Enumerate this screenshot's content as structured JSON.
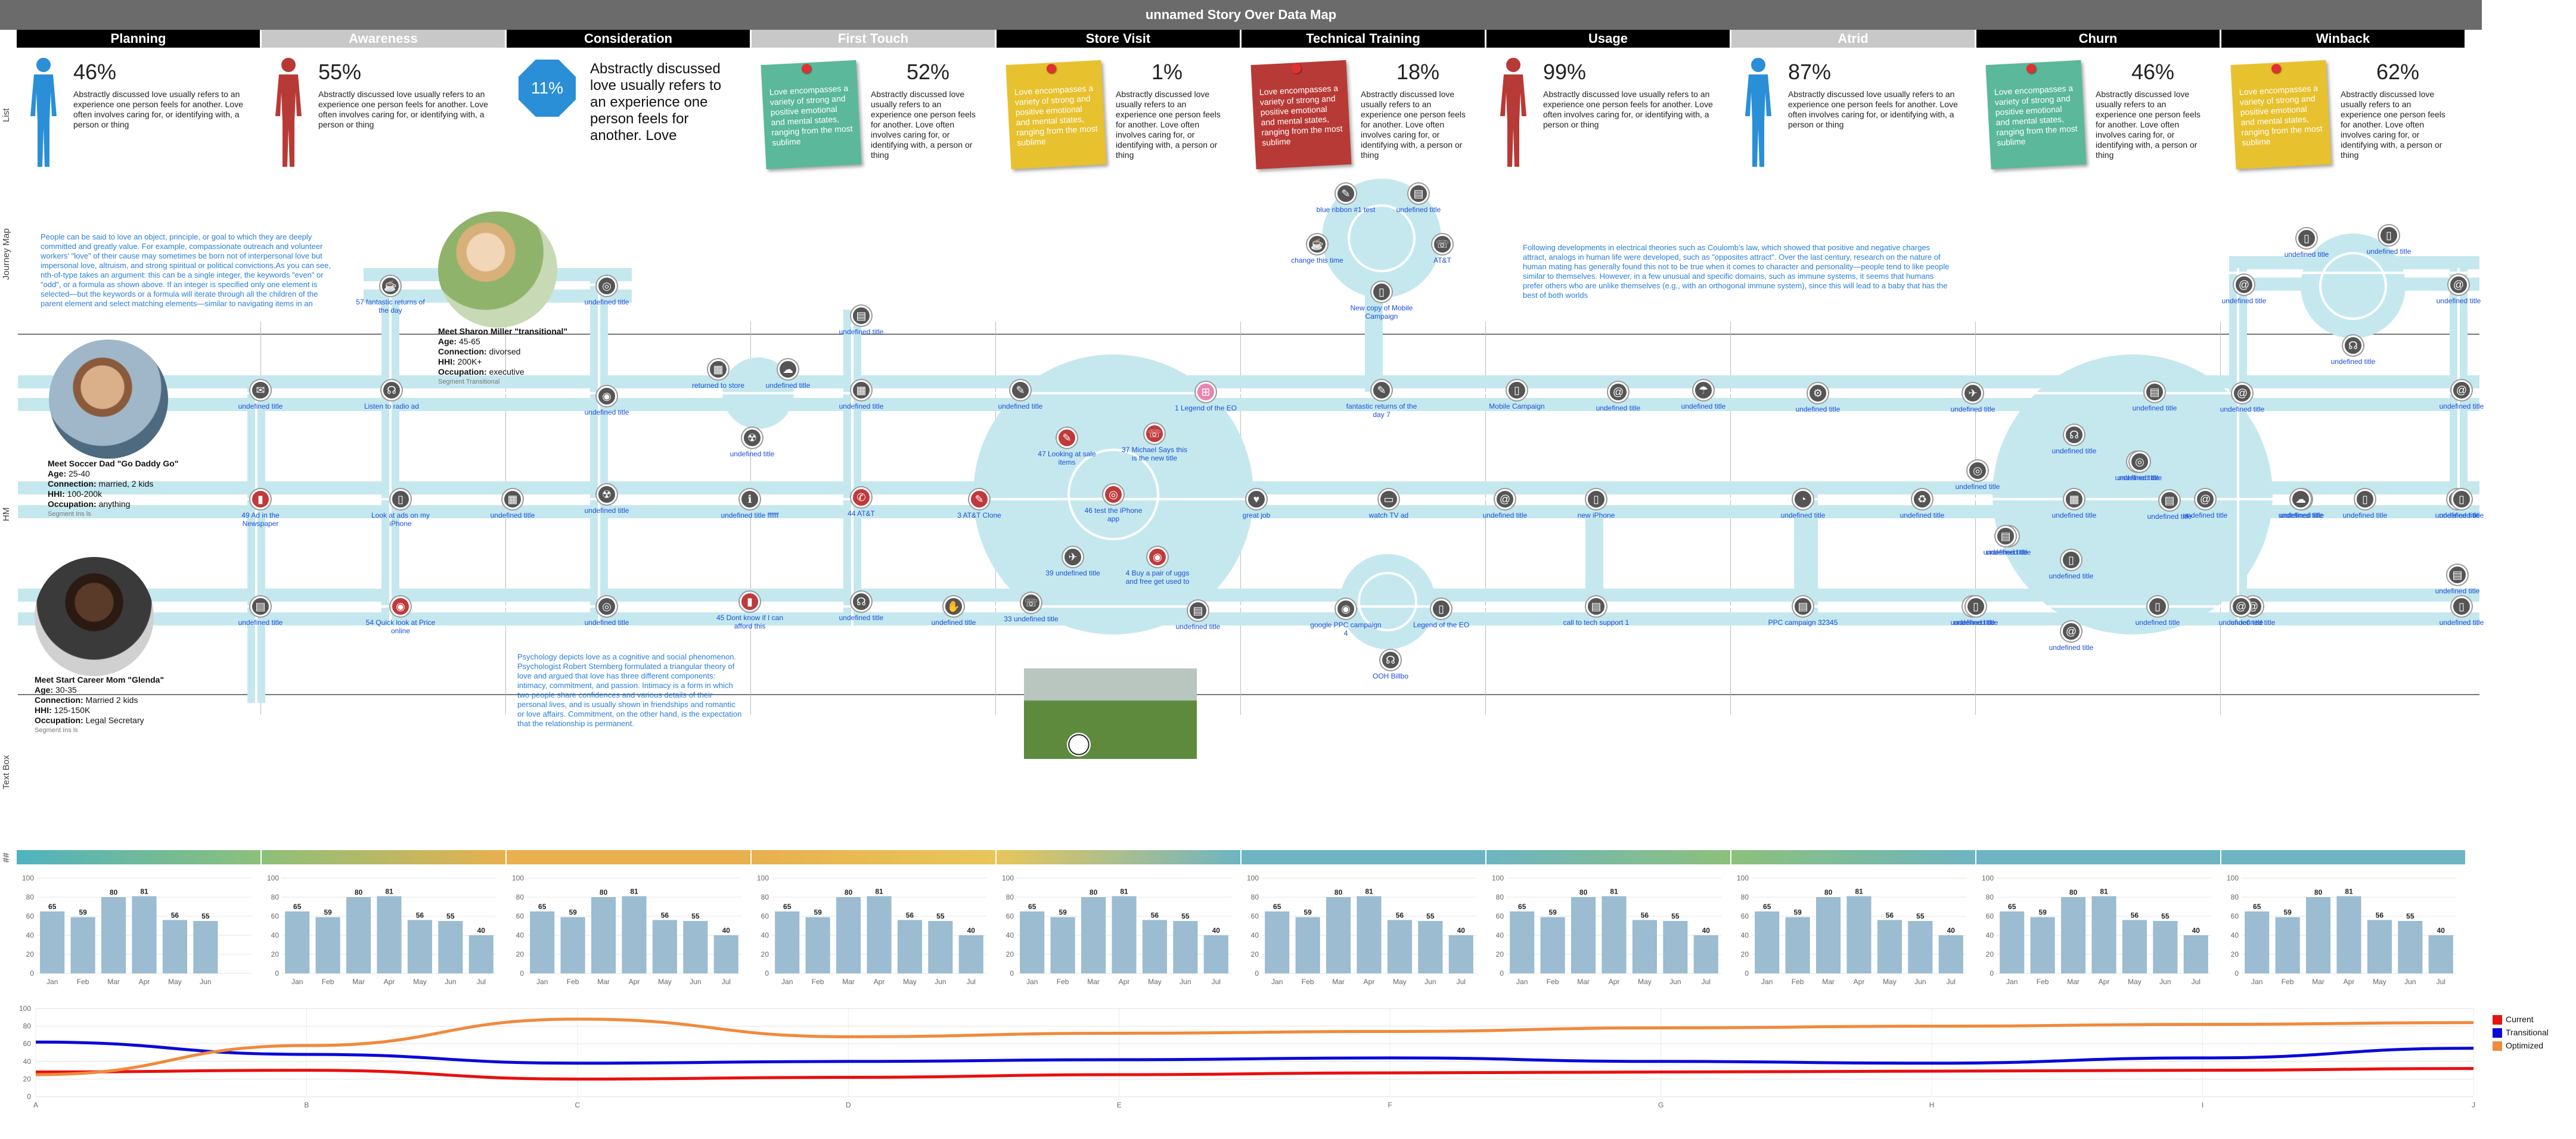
{
  "title": "unnamed Story Over Data Map",
  "stages": [
    "Planning",
    "Awareness",
    "Consideration",
    "First Touch",
    "Store Visit",
    "Technical Training",
    "Usage",
    "Atrid",
    "Churn",
    "Winback"
  ],
  "row_labels": {
    "list": "List",
    "journey": "Journey Map",
    "hm": "HM",
    "textbox": "Text Box",
    "bar": "##"
  },
  "kpis": [
    {
      "pct": "46%",
      "kind": "person-blue",
      "desc": "Abstractly discussed love usually refers to an experience one person feels for another. Love often involves caring for, or identifying with, a person or thing"
    },
    {
      "pct": "55%",
      "kind": "person-red",
      "desc": "Abstractly discussed love usually refers to an experience one person feels for another. Love often involves caring for, or identifying with, a person or thing"
    },
    {
      "pct": "11%",
      "kind": "badge",
      "desc": "Abstractly discussed love usually refers to an experience one person feels for another. Love"
    },
    {
      "pct": "52%",
      "kind": "note-teal",
      "note": "Love encompasses a variety of strong and positive emotional and mental states, ranging from the most sublime",
      "desc": "Abstractly discussed love usually refers to an experience one person feels for another. Love often involves caring for, or identifying with, a person or thing"
    },
    {
      "pct": "1%",
      "kind": "note-yellow",
      "note": "Love encompasses a variety of strong and positive emotional and mental states, ranging from the most sublime",
      "desc": "Abstractly discussed love usually refers to an experience one person feels for another. Love often involves caring for, or identifying with, a person or thing"
    },
    {
      "pct": "18%",
      "kind": "note-red",
      "note": "Love encompasses a variety of strong and positive emotional and mental states, ranging from the most sublime",
      "desc": "Abstractly discussed love usually refers to an experience one person feels for another. Love often involves caring for, or identifying with, a person or thing"
    },
    {
      "pct": "99%",
      "kind": "person-red",
      "desc": "Abstractly discussed love usually refers to an experience one person feels for another. Love often involves caring for, or identifying with, a person or thing"
    },
    {
      "pct": "87%",
      "kind": "person-blue",
      "desc": "Abstractly discussed love usually refers to an experience one person feels for another. Love often involves caring for, or identifying with, a person or thing"
    },
    {
      "pct": "46%",
      "kind": "note-teal",
      "note": "Love encompasses a variety of strong and positive emotional and mental states, ranging from the most sublime",
      "desc": "Abstractly discussed love usually refers to an experience one person feels for another. Love often involves caring for, or identifying with, a person or thing"
    },
    {
      "pct": "62%",
      "kind": "note-yellow",
      "note": "Love encompasses a variety of strong and positive emotional and mental states, ranging from the most sublime",
      "desc": "Abstractly discussed love usually refers to an experience one person feels for another. Love often involves caring for, or identifying with, a person or thing"
    }
  ],
  "paragraphs": {
    "p1": "People can be said to love an object, principle, or goal to which they are deeply committed and greatly value. For example, compassionate outreach and volunteer workers' \"love\" of their cause may sometimes be born not of interpersonal love but impersonal love, altruism, and strong spiritual or political convictions.As you can see, nth-of-type takes an argument: this can be a single integer, the keywords \"even\" or \"odd\", or a formula as shown above. If an integer is specified only one element is selected—but the keywords or a formula will iterate through all the children of the parent element and select matching elements—similar to navigating items in an",
    "p2": "Following developments in electrical theories such as Coulomb's law, which showed that positive and negative charges attract, analogs in human life were developed, such as \"opposites attract\". Over the last century, research on the nature of human mating has generally found this not to be true when it comes to character and personality—people tend to like people similar to themselves. However, in a few unusual and specific domains, such as immune systems, it seems that humans prefer others who are unlike themselves (e.g., with an orthogonal immune system), since this will lead to a baby that has the best of both worlds",
    "p3": "Psychology depicts love as a cognitive and social phenomenon. Psychologist Robert Sternberg formulated a triangular theory of love and argued that love has three different components: intimacy, commitment, and passion. Intimacy is a form in which two people share confidences and various details of their personal lives, and is usually shown in friendships and romantic or love affairs. Commitment, on the other hand, is the expectation that the relationship is permanent."
  },
  "personas": [
    {
      "name": "Meet Soccer Dad \"Go Daddy Go\"",
      "age_l": "Age:",
      "age": "25-40",
      "conn_l": "Connection:",
      "conn": "married, 2 kids",
      "hhi_l": "HHI:",
      "hhi": "100-200k",
      "occ_l": "Occupation:",
      "occ": "anything",
      "seg": "Segment Ins ls"
    },
    {
      "name": "Meet Sharon Miller \"transitional\"",
      "age_l": "Age:",
      "age": "45-65",
      "conn_l": "Connection:",
      "conn": "divorsed",
      "hhi_l": "HHI:",
      "hhi": "200K+",
      "occ_l": "Occupation:",
      "occ": "executive",
      "seg": "Segment Transitional"
    },
    {
      "name": "Meet Start Career Mom \"Glenda\"",
      "age_l": "Age:",
      "age": "30-35",
      "conn_l": "Connection:",
      "conn": "Married 2 kids",
      "hhi_l": "HHI:",
      "hhi": "125-150K",
      "occ_l": "Occupation:",
      "occ": "Legal Secretary",
      "seg": "Segment Ins ls"
    }
  ],
  "nodes": [
    {
      "label": "undefined title",
      "icon": "✉",
      "kind": "mail"
    },
    {
      "label": "Listen to radio ad",
      "icon": "☊",
      "kind": "radio"
    },
    {
      "label": "57 fantastic returns of the day",
      "icon": "☕",
      "kind": "cup"
    },
    {
      "label": "undefined title",
      "icon": "◎",
      "kind": "target"
    },
    {
      "label": "undefined title",
      "icon": "◉",
      "kind": "disc"
    },
    {
      "label": "returned to store",
      "icon": "▦",
      "kind": "store"
    },
    {
      "label": "undefined title",
      "icon": "☁",
      "kind": "cloud"
    },
    {
      "label": "undefined title",
      "icon": "☢",
      "kind": "hazard"
    },
    {
      "label": "undefined title",
      "icon": "▤",
      "kind": "calc"
    },
    {
      "label": "undefined title",
      "icon": "▦",
      "kind": "grid"
    },
    {
      "label": "undefined title",
      "icon": "✎",
      "kind": "edit"
    },
    {
      "label": "1 Legend of the EO",
      "icon": "⊞",
      "kind": "pink"
    },
    {
      "label": "47 Looking at sale items",
      "icon": "✎",
      "kind": "red"
    },
    {
      "label": "37 Michael Says this is the new title",
      "icon": "☏",
      "kind": "red"
    },
    {
      "label": "46 test the iPhone app",
      "icon": "◎",
      "kind": "red"
    },
    {
      "label": "39 undefined title",
      "icon": "✈",
      "kind": "plane"
    },
    {
      "label": "4 Buy a pair of uggs and free get used to",
      "icon": "◉",
      "kind": "red"
    },
    {
      "label": "33 undefined title",
      "icon": "☏",
      "kind": "phone"
    },
    {
      "label": "undefined title",
      "icon": "▤",
      "kind": "list"
    },
    {
      "label": "49 Ad in the Newspaper",
      "icon": "▮",
      "kind": "red"
    },
    {
      "label": "Look at ads on my iPhone",
      "icon": "▯",
      "kind": "phone"
    },
    {
      "label": "undefined title",
      "icon": "▦",
      "kind": "grid"
    },
    {
      "label": "undefined title",
      "icon": "☢",
      "kind": "hazard"
    },
    {
      "label": "undefined title ffffff",
      "icon": "ℹ",
      "kind": "info"
    },
    {
      "label": "44 AT&T",
      "icon": "✆",
      "kind": "red"
    },
    {
      "label": "3 AT&T Clone",
      "icon": "✎",
      "kind": "red"
    },
    {
      "label": "great job",
      "icon": "♥",
      "kind": "heart"
    },
    {
      "label": "watch TV ad",
      "icon": "▭",
      "kind": "tv"
    },
    {
      "label": "undefined title",
      "icon": "@",
      "kind": "at"
    },
    {
      "label": "new iPhone",
      "icon": "▯",
      "kind": "phone"
    },
    {
      "label": "undefined title",
      "icon": "◔",
      "kind": "clock"
    },
    {
      "label": "undefined title",
      "icon": "♻",
      "kind": "recycle"
    },
    {
      "label": "undefined title",
      "icon": "▦",
      "kind": "grid"
    },
    {
      "label": "undefined title",
      "icon": "◉",
      "kind": "disc"
    },
    {
      "label": "undefined title",
      "icon": "@",
      "kind": "at"
    },
    {
      "label": "undefined title",
      "icon": "▯",
      "kind": "phone"
    },
    {
      "label": "undefined title",
      "icon": "▯",
      "kind": "phone"
    },
    {
      "label": "undefined title",
      "icon": "☁",
      "kind": "cloud"
    },
    {
      "label": "undefined title",
      "icon": "▤",
      "kind": "list"
    },
    {
      "label": "undefined title",
      "icon": "▤",
      "kind": "list"
    },
    {
      "label": "54 Quick look at Price online",
      "icon": "◉",
      "kind": "red"
    },
    {
      "label": "undefined title",
      "icon": "◎",
      "kind": "target"
    },
    {
      "label": "45 Dont know if I can afford this",
      "icon": "▮",
      "kind": "red"
    },
    {
      "label": "undefined title",
      "icon": "☊",
      "kind": "radio"
    },
    {
      "label": "undefined title",
      "icon": "✋",
      "kind": "hand"
    },
    {
      "label": "google PPC campaign 4",
      "icon": "◉",
      "kind": "target"
    },
    {
      "label": "Legend of the EO",
      "icon": "▯",
      "kind": "phone"
    },
    {
      "label": "OOH Billbo",
      "icon": "☊",
      "kind": "headset"
    },
    {
      "label": "call to tech support 1",
      "icon": "▤",
      "kind": "calc"
    },
    {
      "label": "PPC campaign 32345",
      "icon": "▤",
      "kind": "calc"
    },
    {
      "label": "undefined title",
      "icon": "▯",
      "kind": "phone"
    },
    {
      "label": "undefined title",
      "icon": "▯",
      "kind": "phone"
    },
    {
      "label": "undefined title",
      "icon": "@",
      "kind": "at"
    },
    {
      "label": "undefined title",
      "icon": "@",
      "kind": "at"
    },
    {
      "label": "undefined title",
      "icon": "⚙",
      "kind": "gear"
    },
    {
      "label": "blue ribbon #1 test",
      "icon": "✎",
      "kind": "ribbon"
    },
    {
      "label": "undefined title",
      "icon": "▤",
      "kind": "chart"
    },
    {
      "label": "change this time",
      "icon": "☕",
      "kind": "cup"
    },
    {
      "label": "AT&T",
      "icon": "☏",
      "kind": "phone"
    },
    {
      "label": "New copy of Mobile Campaign",
      "icon": "▯",
      "kind": "phone"
    },
    {
      "label": "fantastic returns of the day 7",
      "icon": "✎",
      "kind": "edit"
    },
    {
      "label": "Mobile Campaign",
      "icon": "▯",
      "kind": "phone"
    },
    {
      "label": "undefined title",
      "icon": "@",
      "kind": "at"
    },
    {
      "label": "undefined title",
      "icon": "☂",
      "kind": "umbrella"
    },
    {
      "label": "undefined title",
      "icon": "⚙",
      "kind": "gear"
    },
    {
      "label": "undefined title",
      "icon": "✈",
      "kind": "plane"
    },
    {
      "label": "undefined title",
      "icon": "▤",
      "kind": "list"
    },
    {
      "label": "undefined title",
      "icon": "☊",
      "kind": "speaker"
    },
    {
      "label": "undefined title",
      "icon": "◎",
      "kind": "target"
    },
    {
      "label": "undefined title",
      "icon": "▤",
      "kind": "chart"
    },
    {
      "label": "undefined title",
      "icon": "▯",
      "kind": "phone"
    },
    {
      "label": "undefined title",
      "icon": "@",
      "kind": "at"
    },
    {
      "label": "undefined title",
      "icon": "▯",
      "kind": "phone"
    },
    {
      "label": "undefined title",
      "icon": "▯",
      "kind": "phone"
    },
    {
      "label": "undefined title",
      "icon": "@",
      "kind": "at"
    },
    {
      "label": "undefined title",
      "icon": "☊",
      "kind": "speaker"
    },
    {
      "label": "undefined title",
      "icon": "@",
      "kind": "at"
    },
    {
      "label": "undefined title",
      "icon": "@",
      "kind": "at"
    },
    {
      "label": "undefined title",
      "icon": "▯",
      "kind": "phone"
    },
    {
      "label": "undefined title",
      "icon": "◎",
      "kind": "target"
    },
    {
      "label": "undefined title",
      "icon": "▯",
      "kind": "phone"
    },
    {
      "label": "undefined title",
      "icon": "@",
      "kind": "at"
    },
    {
      "label": "undefined title",
      "icon": "▯",
      "kind": "phone"
    },
    {
      "label": "undefined title",
      "icon": "☁",
      "kind": "cloud"
    },
    {
      "label": "undefined title",
      "icon": "▤",
      "kind": "list"
    }
  ],
  "colorbars": [
    "#4fb3bf",
    "#8cc07a",
    "#e8b04e",
    "#e8b04e",
    "#e8c65a",
    "#6db5c2",
    "#6db5c2",
    "#8cc07a",
    "#6db5c2",
    "#6db5c2"
  ],
  "chart_data": [
    {
      "type": "bar",
      "categories": [
        "Jan",
        "Feb",
        "Mar",
        "Apr",
        "May",
        "Jun"
      ],
      "values": [
        65,
        59,
        80,
        81,
        56,
        55
      ],
      "ylim": [
        0,
        100
      ],
      "yticks": [
        0,
        20,
        40,
        60,
        80,
        100
      ]
    },
    {
      "type": "bar",
      "categories": [
        "Jan",
        "Feb",
        "Mar",
        "Apr",
        "May",
        "Jun",
        "Jul"
      ],
      "values": [
        65,
        59,
        80,
        81,
        56,
        55,
        40
      ],
      "ylim": [
        0,
        100
      ],
      "yticks": [
        0,
        20,
        40,
        60,
        80,
        100
      ]
    },
    {
      "type": "bar",
      "categories": [
        "Jan",
        "Feb",
        "Mar",
        "Apr",
        "May",
        "Jun",
        "Jul"
      ],
      "values": [
        65,
        59,
        80,
        81,
        56,
        55,
        40
      ],
      "ylim": [
        0,
        100
      ],
      "yticks": [
        0,
        20,
        40,
        60,
        80,
        100
      ]
    },
    {
      "type": "bar",
      "categories": [
        "Jan",
        "Feb",
        "Mar",
        "Apr",
        "May",
        "Jun",
        "Jul"
      ],
      "values": [
        65,
        59,
        80,
        81,
        56,
        55,
        40
      ],
      "ylim": [
        0,
        100
      ],
      "yticks": [
        0,
        20,
        40,
        60,
        80,
        100
      ]
    },
    {
      "type": "bar",
      "categories": [
        "Jan",
        "Feb",
        "Mar",
        "Apr",
        "May",
        "Jun",
        "Jul"
      ],
      "values": [
        65,
        59,
        80,
        81,
        56,
        55,
        40
      ],
      "ylim": [
        0,
        100
      ],
      "yticks": [
        0,
        20,
        40,
        60,
        80,
        100
      ]
    },
    {
      "type": "bar",
      "categories": [
        "Jan",
        "Feb",
        "Mar",
        "Apr",
        "May",
        "Jun",
        "Jul"
      ],
      "values": [
        65,
        59,
        80,
        81,
        56,
        55,
        40
      ],
      "ylim": [
        0,
        100
      ],
      "yticks": [
        0,
        20,
        40,
        60,
        80,
        100
      ]
    },
    {
      "type": "bar",
      "categories": [
        "Jan",
        "Feb",
        "Mar",
        "Apr",
        "May",
        "Jun",
        "Jul"
      ],
      "values": [
        65,
        59,
        80,
        81,
        56,
        55,
        40
      ],
      "ylim": [
        0,
        100
      ],
      "yticks": [
        0,
        20,
        40,
        60,
        80,
        100
      ]
    },
    {
      "type": "bar",
      "categories": [
        "Jan",
        "Feb",
        "Mar",
        "Apr",
        "May",
        "Jun",
        "Jul"
      ],
      "values": [
        65,
        59,
        80,
        81,
        56,
        55,
        40
      ],
      "ylim": [
        0,
        100
      ],
      "yticks": [
        0,
        20,
        40,
        60,
        80,
        100
      ]
    },
    {
      "type": "bar",
      "categories": [
        "Jan",
        "Feb",
        "Mar",
        "Apr",
        "May",
        "Jun",
        "Jul"
      ],
      "values": [
        65,
        59,
        80,
        81,
        56,
        55,
        40
      ],
      "ylim": [
        0,
        100
      ],
      "yticks": [
        0,
        20,
        40,
        60,
        80,
        100
      ]
    },
    {
      "type": "bar",
      "categories": [
        "Jan",
        "Feb",
        "Mar",
        "Apr",
        "May",
        "Jun",
        "Jul"
      ],
      "values": [
        65,
        59,
        80,
        81,
        56,
        55,
        40
      ],
      "ylim": [
        0,
        100
      ],
      "yticks": [
        0,
        20,
        40,
        60,
        80,
        100
      ]
    },
    {
      "type": "line",
      "categories": [
        "A",
        "B",
        "C",
        "D",
        "E",
        "F",
        "G",
        "H",
        "I",
        "J"
      ],
      "ylim": [
        0,
        100
      ],
      "yticks": [
        0,
        20,
        40,
        60,
        80,
        100
      ],
      "series": [
        {
          "name": "Current",
          "color": "#e81010",
          "values": [
            28,
            30,
            20,
            22,
            25,
            27,
            28,
            29,
            30,
            32
          ]
        },
        {
          "name": "Transitional",
          "color": "#0a0ad8",
          "values": [
            62,
            48,
            38,
            40,
            42,
            44,
            40,
            38,
            44,
            55
          ]
        },
        {
          "name": "Optimized",
          "color": "#f08a3c",
          "values": [
            25,
            58,
            88,
            68,
            72,
            74,
            78,
            80,
            82,
            84
          ]
        }
      ]
    }
  ]
}
